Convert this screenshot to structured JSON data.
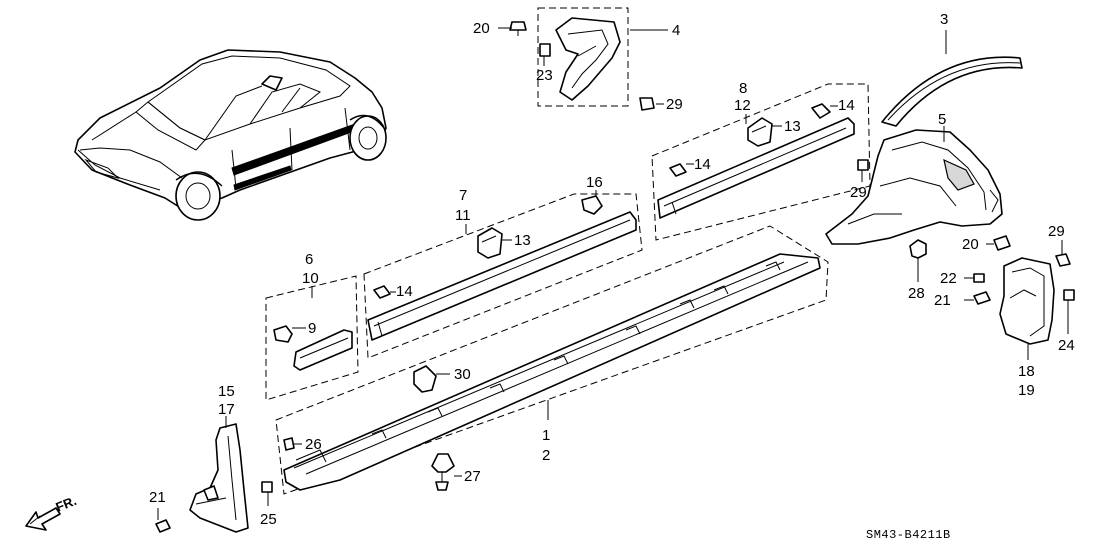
{
  "labels": {
    "l1": "1",
    "l2": "2",
    "l3": "3",
    "l4": "4",
    "l5": "5",
    "l6": "6",
    "l7": "7",
    "l8": "8",
    "l9": "9",
    "l10": "10",
    "l11": "11",
    "l12": "12",
    "l13a": "13",
    "l13b": "13",
    "l14a": "14",
    "l14b": "14",
    "l14c": "14",
    "l15": "15",
    "l16": "16",
    "l17": "17",
    "l18": "18",
    "l19": "19",
    "l20a": "20",
    "l20b": "20",
    "l21a": "21",
    "l21b": "21",
    "l22": "22",
    "l23": "23",
    "l24": "24",
    "l25": "25",
    "l26": "26",
    "l27": "27",
    "l28": "28",
    "l29a": "29",
    "l29b": "29",
    "l29c": "29",
    "l30": "30"
  },
  "direction_marker": "FR.",
  "diagram_code": "SM43-B4211B"
}
